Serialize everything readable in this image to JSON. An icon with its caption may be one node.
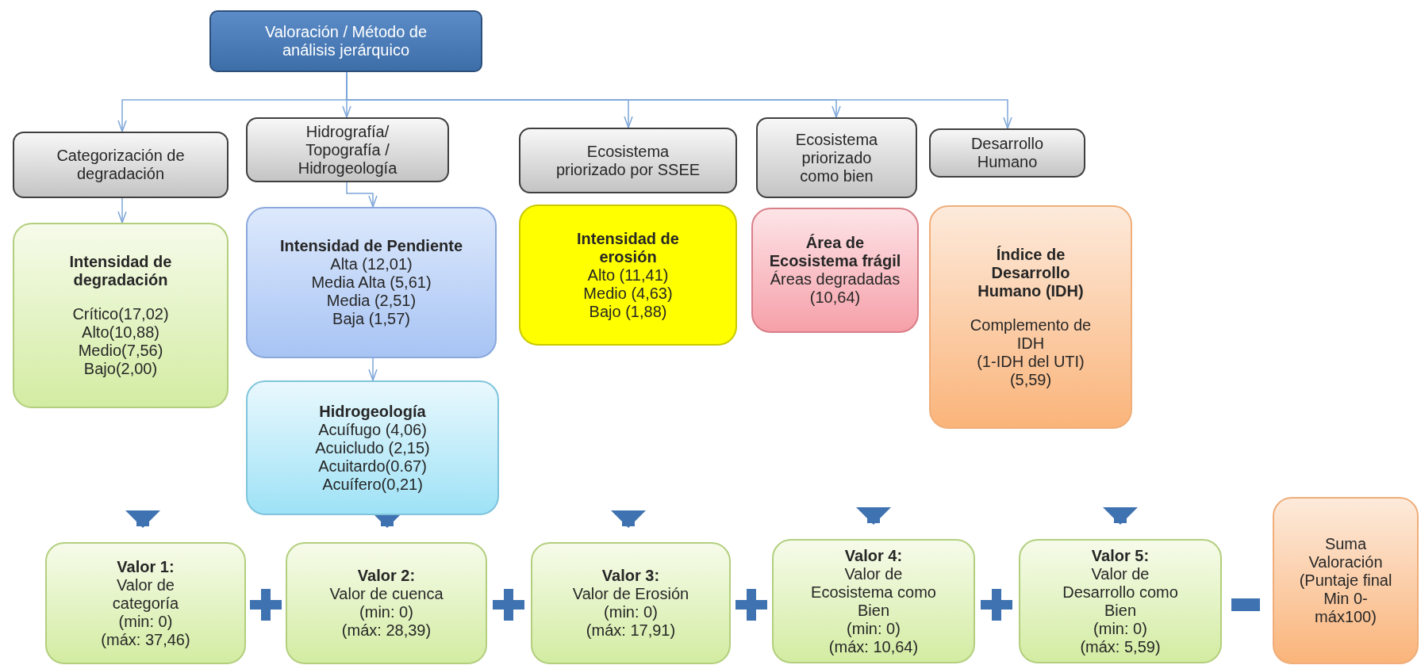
{
  "diagram": {
    "nodes": [
      {
        "text": [
          "Valoración / Método de análisis jerárquico"
        ]
      },
      {
        "text": [
          "Categorización de degradación"
        ]
      },
      {
        "text": [
          "Hidrografía/ Topografía / Hidrogeología"
        ]
      },
      {
        "text": [
          "Ecosistema priorizado por SSEE"
        ]
      },
      {
        "text": [
          "Ecosistema priorizado como bien"
        ]
      },
      {
        "text": [
          "Desarrollo Humano"
        ]
      },
      {
        "text": [
          "Intensidad de degradación",
          "Crítico(17,02)",
          "Alto(10,88)",
          "Medio(7,56)",
          "Bajo(2,00)"
        ]
      },
      {
        "text": [
          "Intensidad de Pendiente",
          "Alta (12,01)",
          "Media Alta (5,61)",
          "Media (2,51)",
          "Baja (1,57)"
        ]
      },
      {
        "text": [
          "Hidrogeología",
          "Acuífugo (4,06)",
          "Acuicludo (2,15)",
          "Acuitardo(0.67)",
          "Acuífero(0,21)"
        ]
      },
      {
        "text": [
          "Intensidad de erosión",
          "Alto (11,41)",
          "Medio (4,63)",
          "Bajo (1,88)"
        ]
      },
      {
        "text": [
          "Área de Ecosistema frágil",
          "Áreas degradadas (10,64)"
        ]
      },
      {
        "text": [
          "Índice de Desarrollo Humano (IDH)",
          "Complemento de IDH",
          "(1-IDH del UTI)",
          "(5,59)"
        ]
      },
      {
        "text": [
          "Valor 1:",
          "Valor de categoría",
          "(min: 0)",
          "(máx: 37,46)"
        ]
      },
      {
        "text": [
          "Valor 2:",
          "Valor de cuenca",
          "(min: 0)",
          "(máx: 28,39)"
        ]
      },
      {
        "text": [
          "Valor 3:",
          "Valor de Erosión",
          "(min: 0)",
          "(máx: 17,91)"
        ]
      },
      {
        "text": [
          "Valor 4:",
          "Valor de Ecosistema como Bien",
          "(min: 0)",
          "(máx: 10,64)"
        ]
      },
      {
        "text": [
          "Valor 5:",
          "Valor de Desarrollo como Bien",
          "(min: 0)",
          "(máx: 5,59)"
        ]
      },
      {
        "text": [
          "Suma Valoración (Puntaje final Min 0-máx100)"
        ]
      }
    ],
    "edges": [
      {
        "from": 0,
        "to": 1,
        "arrow": "to"
      },
      {
        "from": 0,
        "to": 2,
        "arrow": "to"
      },
      {
        "from": 0,
        "to": 3,
        "arrow": "to"
      },
      {
        "from": 0,
        "to": 4,
        "arrow": "to"
      },
      {
        "from": 0,
        "to": 5,
        "arrow": "to"
      },
      {
        "from": 1,
        "to": 6,
        "arrow": "to"
      },
      {
        "from": 2,
        "to": 7,
        "arrow": "to"
      },
      {
        "from": 7,
        "to": 8,
        "arrow": "to"
      },
      {
        "from": null,
        "to": 12,
        "arrow": "to",
        "style": "thick"
      },
      {
        "from": 8,
        "to": 13,
        "arrow": "to",
        "style": "thick"
      },
      {
        "from": null,
        "to": 14,
        "arrow": "to",
        "style": "thick"
      },
      {
        "from": null,
        "to": 15,
        "arrow": "to",
        "style": "thick"
      },
      {
        "from": null,
        "to": 16,
        "arrow": "to",
        "style": "thick"
      }
    ]
  }
}
